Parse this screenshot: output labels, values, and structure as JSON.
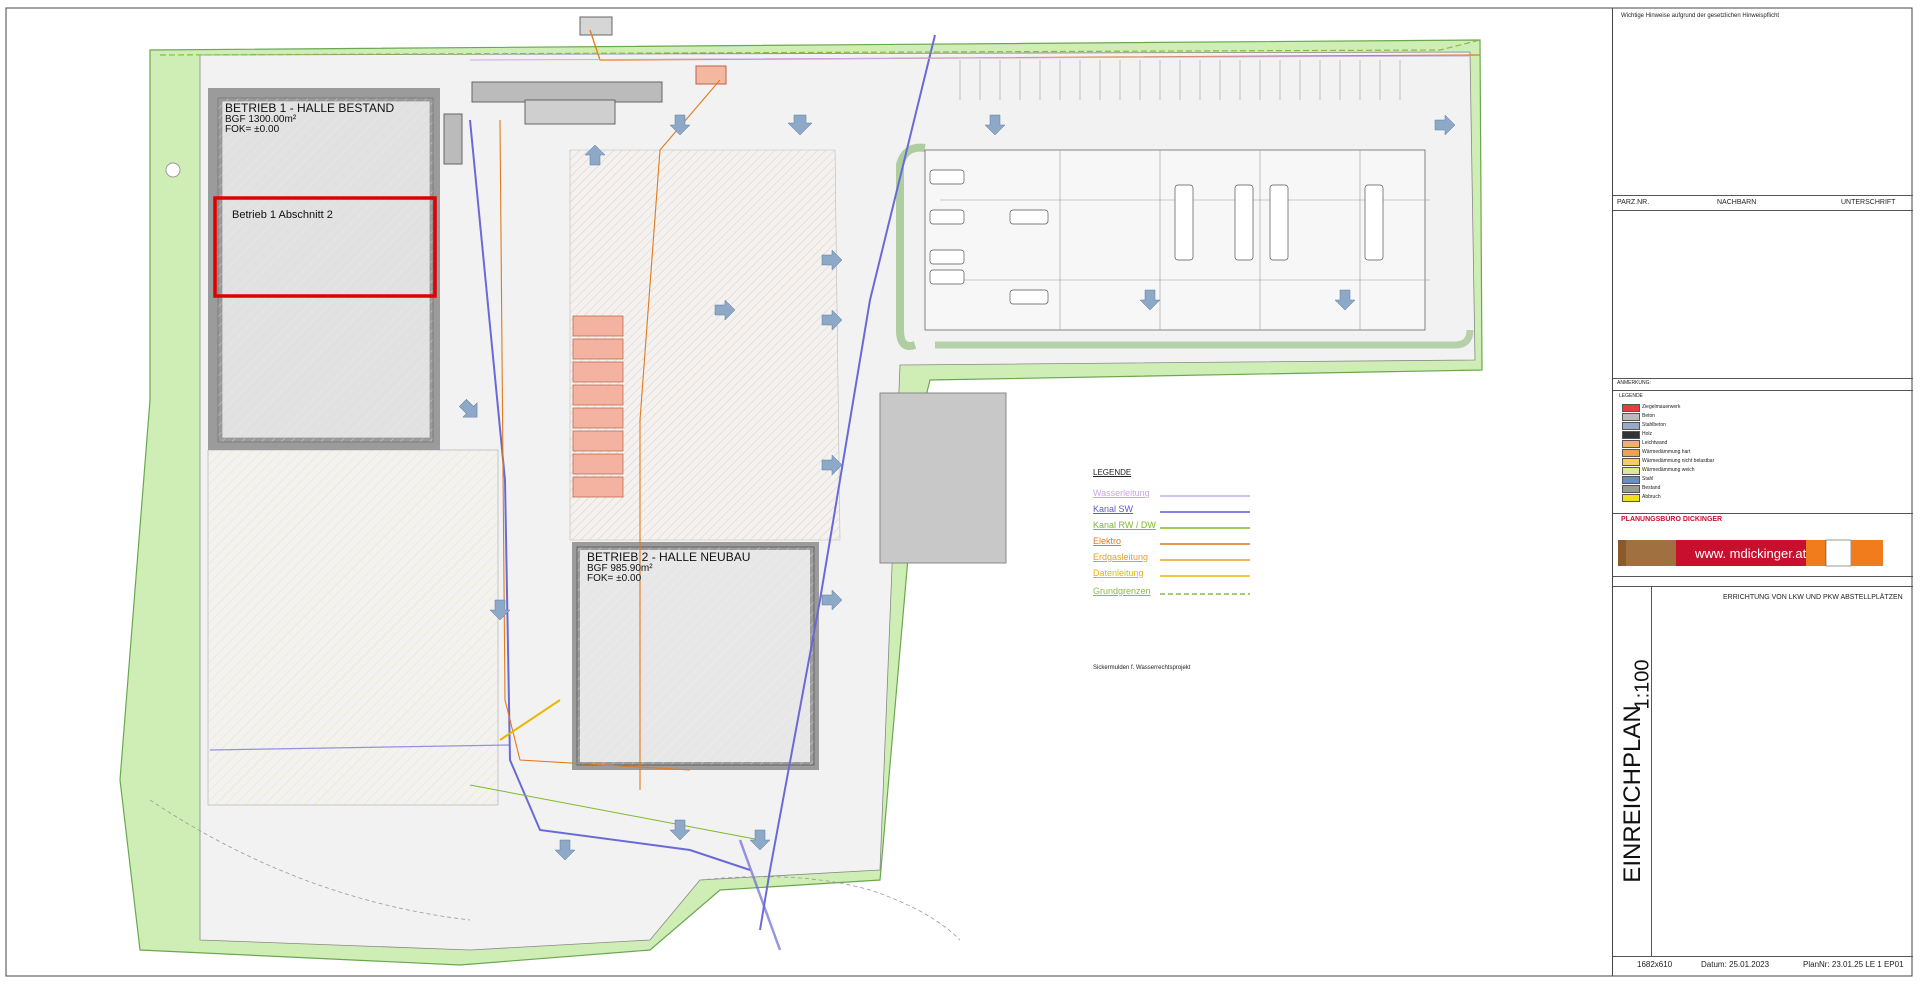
{
  "plan": {
    "halls": [
      {
        "title": "BETRIEB 1 - HALLE BESTAND",
        "bgf": "BGF 1300.00m²",
        "fok": "FOK= ±0.00"
      },
      {
        "title": "BETRIEB 2 - HALLE NEUBAU",
        "bgf": "BGF 985.90m²",
        "fok": "FOK= ±0.00"
      }
    ],
    "section_label": "Betrieb 1 Abschnitt 2",
    "highlight_color": "#e00000"
  },
  "legend": {
    "title": "LEGENDE",
    "items": [
      {
        "label": "Wasserleitung",
        "color": "#c9a8e8"
      },
      {
        "label": "Kanal  SW",
        "color": "#5a5ad6"
      },
      {
        "label": "Kanal  RW / DW",
        "color": "#7fb82c"
      },
      {
        "label": "Elektro",
        "color": "#e07a1e"
      },
      {
        "label": "Erdgasleitung",
        "color": "#e8a020"
      },
      {
        "label": "Datenleitung",
        "color": "#e8b800"
      },
      {
        "label": "Grundgrenzen",
        "color": "#8cb84a"
      }
    ],
    "notes": [
      "Sickermulden   f.  Wasserrechtsprojekt"
    ]
  },
  "title_block": {
    "notes_header": "Wichtige  Hinweise  aufgrund  der  gesetzlichen  Hinweispflicht",
    "parz_nr": "PARZ.NR.",
    "nachbarn": "NACHBARN",
    "unterschrift": "UNTERSCHRIFT",
    "anmerkung": "ANMERKUNG:",
    "legende": "LEGENDE",
    "firm": "PLANUNGSBÜRO DICKINGER",
    "website": "www. mdickinger.at",
    "project": "ERRICHTUNG  VON  LKW  UND  PKW  ABSTELLPLÄTZEN",
    "plan_type": "EINREICHPLAN",
    "scale": "1:100",
    "format": "1682x610",
    "datum": "Datum: 25.01.2023",
    "plan_nr": "PlanNr: 23.01.25 LE 1 EP01",
    "colors": {
      "brown": "#8b5a2b",
      "red": "#c8102e",
      "orange": "#f07c1b",
      "green": "#7fb82c"
    },
    "material_legend": [
      {
        "label": "Ziegelmauerwerk",
        "color": "#e04040"
      },
      {
        "label": "Beton",
        "color": "#bbbbbb"
      },
      {
        "label": "Stahlbeton",
        "color": "#9aa8c8"
      },
      {
        "label": "Holz",
        "color": "#333333"
      },
      {
        "label": "Leichtwand",
        "color": "#f0b070"
      },
      {
        "label": "Wärmedämmung  hart",
        "color": "#f0a050"
      },
      {
        "label": "Wärmedämmung  nicht belastbar",
        "color": "#f7c96a"
      },
      {
        "label": "Wärmedämmung  weich",
        "color": "#dfe89a"
      },
      {
        "label": "Stahl",
        "color": "#6a8cc8"
      },
      {
        "label": "Bestand",
        "color": "#9b9b9b"
      },
      {
        "label": "Abbruch",
        "color": "#f0e020"
      }
    ]
  }
}
